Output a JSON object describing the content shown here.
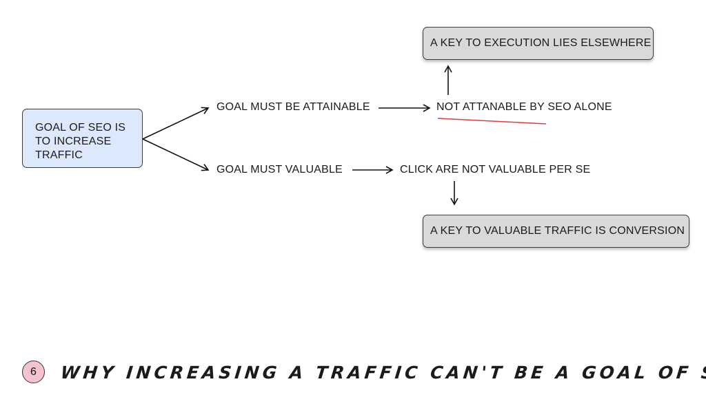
{
  "diagram": {
    "start_node": {
      "lines": [
        "GOAL OF SEO IS",
        "TO INCREASE",
        "TRAFFIC"
      ]
    },
    "branch_attainable": "GOAL MUST BE ATTAINABLE",
    "branch_valuable": "GOAL MUST VALUABLE",
    "not_attainable": "NOT ATTANABLE BY SEO ALONE",
    "clicks_not_valuable": "CLICK ARE NOT VALUABLE PER SE",
    "key_execution": "A KEY TO EXECUTION LIES ELSEWHERE",
    "key_conversion": "A KEY TO VALUABLE TRAFFIC IS CONVERSION"
  },
  "footer": {
    "number": "6",
    "question": "WHY INCREASING A TRAFFIC CAN'T BE A GOAL OF SEO?"
  },
  "colors": {
    "start_fill": "#dce8fb",
    "result_fill": "#d9d9d9",
    "underline": "#e23b3b",
    "badge_fill": "#f4c3cf"
  }
}
